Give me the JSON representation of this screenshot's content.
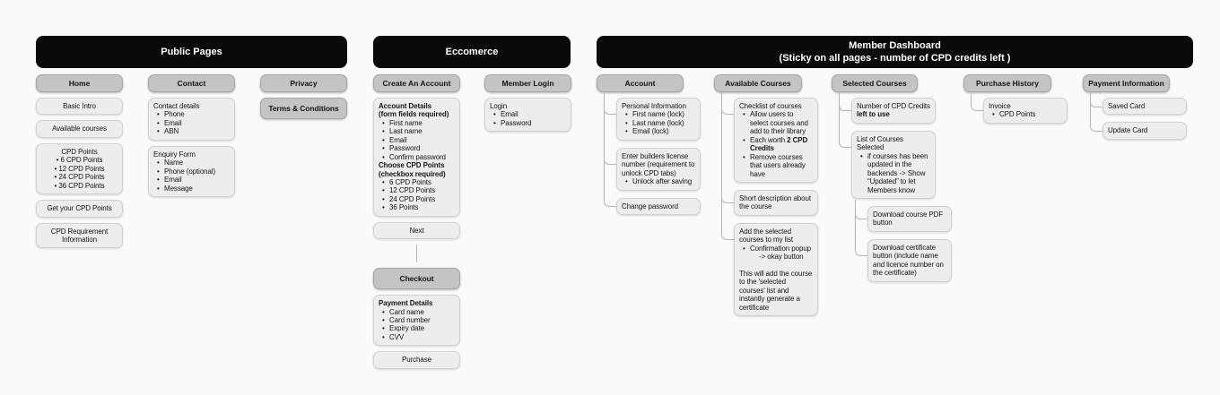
{
  "colors": {
    "canvas": "#fafafa",
    "section_header_bg": "#0a0a0a",
    "section_header_text": "#ffffff",
    "column_header_bg": "#c4c4c4",
    "node_bg": "#ededed",
    "connector": "#b5b5b5"
  },
  "sections": [
    {
      "title": "Public Pages",
      "columns": [
        {
          "header": "Home",
          "boxes": [
            {
              "align": "center",
              "lines": [
                {
                  "t": "Basic Intro"
                }
              ]
            },
            {
              "align": "center",
              "lines": [
                {
                  "t": "Available courses"
                }
              ]
            },
            {
              "align": "center",
              "lines": [
                {
                  "t": "CPD Points"
                },
                {
                  "t": "6 CPD Points",
                  "bu": 1
                },
                {
                  "t": "12 CPD Points",
                  "bu": 1
                },
                {
                  "t": "24 CPD Points",
                  "bu": 1
                },
                {
                  "t": "36 CPD Points",
                  "bu": 1
                }
              ]
            },
            {
              "align": "center",
              "lines": [
                {
                  "t": "Get your CPD Points"
                }
              ]
            },
            {
              "align": "center",
              "lines": [
                {
                  "t": "CPD Requirement Information"
                }
              ]
            }
          ]
        },
        {
          "header": "Contact",
          "boxes": [
            {
              "lines": [
                {
                  "t": "Contact details"
                },
                {
                  "t": "Phone",
                  "bu": 1
                },
                {
                  "t": "Email",
                  "bu": 1
                },
                {
                  "t": "ABN",
                  "bu": 1
                }
              ]
            },
            {
              "lines": [
                {
                  "t": "Enquiry Form"
                },
                {
                  "t": "Name",
                  "bu": 1
                },
                {
                  "t": "Phone (optional)",
                  "bu": 1
                },
                {
                  "t": "Email",
                  "bu": 1
                },
                {
                  "t": "Message",
                  "bu": 1
                }
              ]
            }
          ]
        },
        {
          "header": "Privacy",
          "boxes": [
            {
              "style": "header",
              "lines": [
                {
                  "t": "Terms & Conditions"
                }
              ]
            }
          ]
        }
      ]
    },
    {
      "title": "Eccomerce",
      "columns": [
        {
          "header": "Create An Account",
          "boxes": [
            {
              "lines": [
                {
                  "t": "Account Details",
                  "b": 1
                },
                {
                  "t": "(form fields required)",
                  "b": 1
                },
                {
                  "t": "First name",
                  "bu": 1
                },
                {
                  "t": "Last name",
                  "bu": 1
                },
                {
                  "t": "Email",
                  "bu": 1
                },
                {
                  "t": "Password",
                  "bu": 1
                },
                {
                  "t": "Confirm password",
                  "bu": 1
                },
                {
                  "t": "Choose CPD Points",
                  "b": 1
                },
                {
                  "t": "(checkbox required)",
                  "b": 1
                },
                {
                  "t": "6 CPD Points",
                  "bu": 1
                },
                {
                  "t": "12 CPD Points",
                  "bu": 1
                },
                {
                  "t": "24 CPD Points",
                  "bu": 1
                },
                {
                  "t": "36 Points",
                  "bu": 1
                }
              ]
            },
            {
              "align": "center",
              "lines": [
                {
                  "t": "Next"
                }
              ]
            },
            {
              "style": "header",
              "lines": [
                {
                  "t": "Checkout"
                }
              ]
            },
            {
              "lines": [
                {
                  "t": "Payment Details",
                  "b": 1
                },
                {
                  "t": "Card name",
                  "bu": 1
                },
                {
                  "t": "Card number",
                  "bu": 1
                },
                {
                  "t": "Expiry date",
                  "bu": 1
                },
                {
                  "t": "CVV",
                  "bu": 1
                }
              ]
            },
            {
              "align": "center",
              "lines": [
                {
                  "t": "Purchase"
                }
              ]
            }
          ]
        },
        {
          "header": "Member Login",
          "boxes": [
            {
              "lines": [
                {
                  "t": "Login"
                },
                {
                  "t": "Email",
                  "bu": 1
                },
                {
                  "t": "Password",
                  "bu": 1
                }
              ]
            }
          ]
        }
      ]
    },
    {
      "title": "Member Dashboard",
      "subtitle": "(Sticky on all pages - number of CPD credits left )",
      "columns": [
        {
          "header": "Account",
          "boxes": [
            {
              "lines": [
                {
                  "t": "Personal Information"
                },
                {
                  "t": "First name (lock)",
                  "bu": 1
                },
                {
                  "t": "Last name (lock)",
                  "bu": 1
                },
                {
                  "t": "Email (lock)",
                  "bu": 1
                }
              ]
            },
            {
              "lines": [
                {
                  "t": "Enter builders license number (requirement to unlock CPD tabs)"
                },
                {
                  "t": "Unlock after saving",
                  "bu": 1
                }
              ]
            },
            {
              "lines": [
                {
                  "t": "Change password"
                }
              ]
            }
          ]
        },
        {
          "header": "Available Courses",
          "boxes": [
            {
              "lines": [
                {
                  "t": "Checklist of courses"
                },
                {
                  "t": "Allow users to select courses and add to their library",
                  "bu": 1
                },
                {
                  "seg": [
                    {
                      "t": "Each worth "
                    },
                    {
                      "t": "2 CPD Credits",
                      "b": 1
                    }
                  ],
                  "bu": 1
                },
                {
                  "t": "Remove courses that users already have",
                  "bu": 1
                }
              ]
            },
            {
              "lines": [
                {
                  "t": "Short description about the course"
                }
              ]
            },
            {
              "lines": [
                {
                  "t": "Add the selected courses to my list"
                },
                {
                  "t": "Confirmation popup",
                  "bu": 1
                },
                {
                  "t": "-> okay button",
                  "i": 1
                },
                {
                  "t": ""
                },
                {
                  "t": "This will add the course to the 'selected courses' list and instantly generate a certificate"
                }
              ]
            }
          ]
        },
        {
          "header": "Selected Courses",
          "boxes": [
            {
              "lines": [
                {
                  "t": "Number of CPD Credits"
                },
                {
                  "t": "left to use",
                  "b": 1
                }
              ]
            },
            {
              "lines": [
                {
                  "t": "List of Courses Selected"
                },
                {
                  "t": "if courses has been updated in the backends -> Show “Updated” to let Members know",
                  "bu": 1
                }
              ],
              "children": [
                {
                  "lines": [
                    {
                      "t": "Download course PDF button"
                    }
                  ]
                },
                {
                  "lines": [
                    {
                      "t": "Download certificate button (include name and licence number on the certificate)"
                    }
                  ]
                }
              ]
            }
          ]
        },
        {
          "header": "Purchase History",
          "boxes": [
            {
              "lines": [
                {
                  "t": "Invoice"
                },
                {
                  "t": "CPD Points",
                  "bu": 1
                }
              ]
            }
          ]
        },
        {
          "header": "Payment Information",
          "boxes": [
            {
              "lines": [
                {
                  "t": "Saved Card"
                }
              ]
            },
            {
              "lines": [
                {
                  "t": "Update Card"
                }
              ]
            }
          ]
        }
      ]
    }
  ]
}
